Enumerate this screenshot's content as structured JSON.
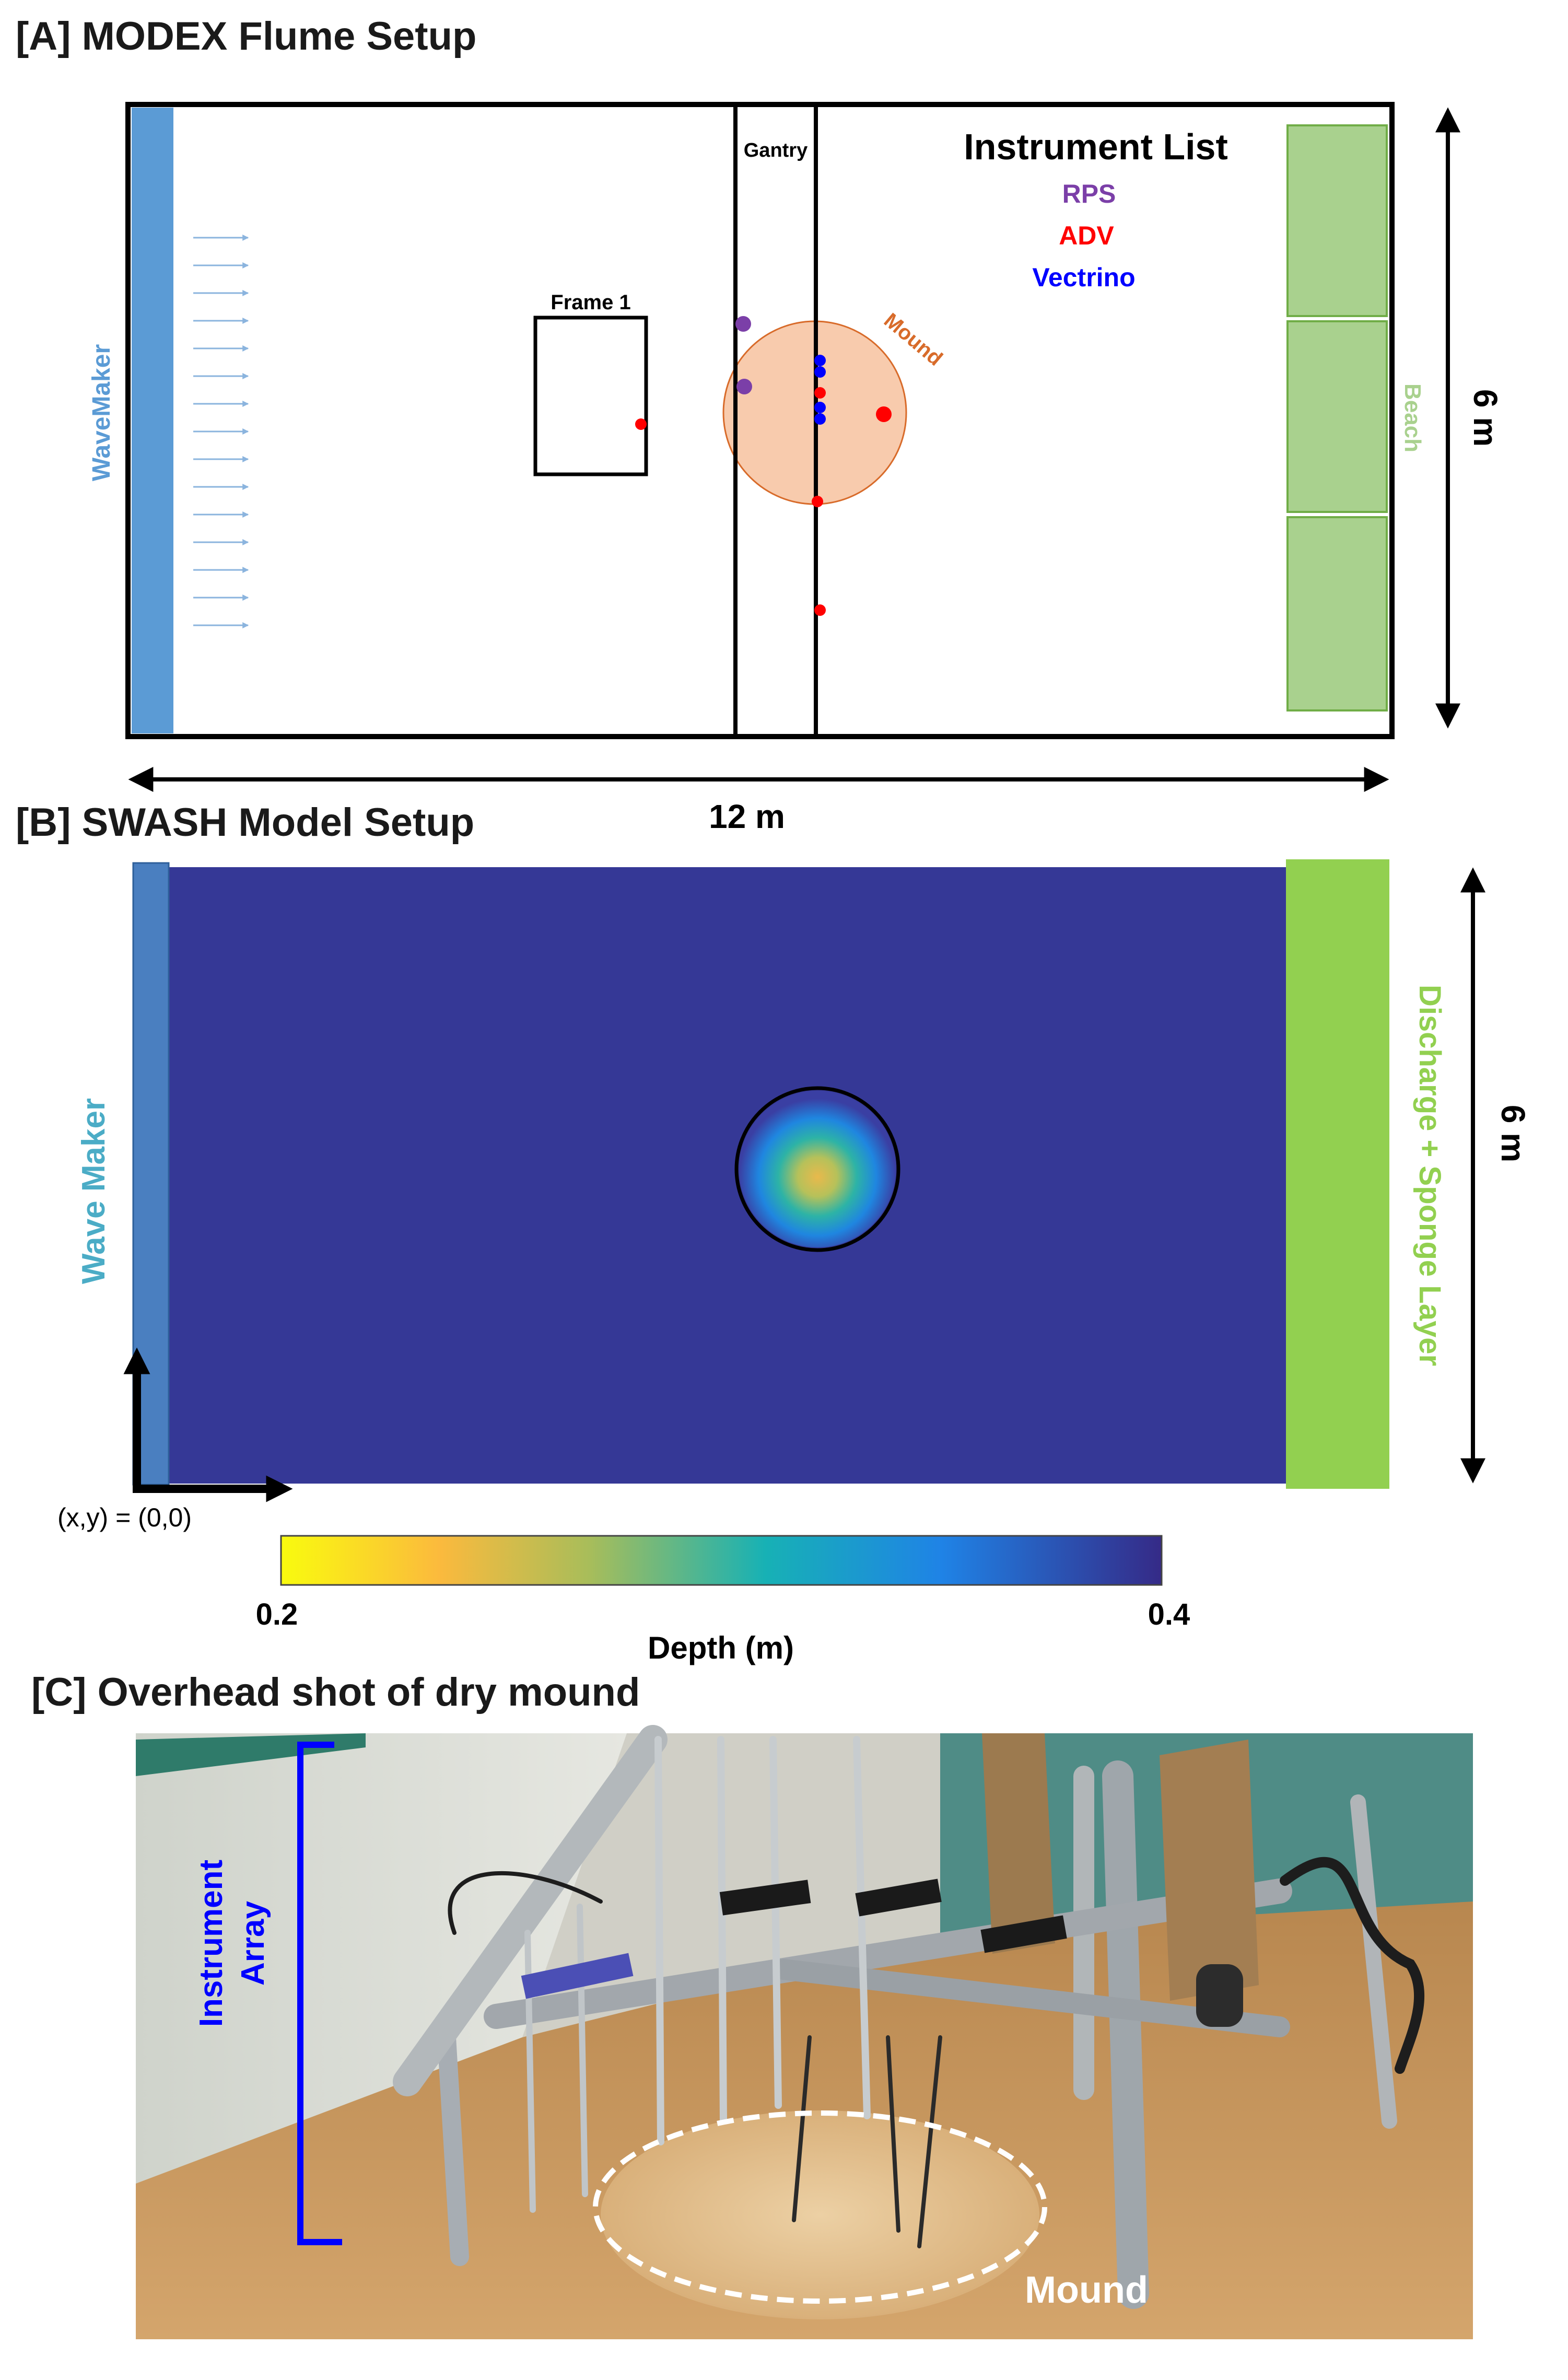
{
  "panel_a": {
    "title": "[A] MODEX Flume Setup",
    "wavemaker_label": "WaveMaker",
    "beach_label": "Beach",
    "gantry_label": "Gantry",
    "frame_label": "Frame 1",
    "mound_label": "Mound",
    "instrument_list_title": "Instrument List",
    "instruments": [
      {
        "name": "RPS",
        "color": "#7b3fa8"
      },
      {
        "name": "ADV",
        "color": "#ff0000"
      },
      {
        "name": "Vectrino",
        "color": "#0000ff"
      }
    ],
    "width_label": "12 m",
    "height_label": "6 m",
    "colors": {
      "wavemaker": "#5b9bd5",
      "beach": "#a9d18e",
      "mound": "#f8cbad",
      "mound_edge": "#d86b2a",
      "arrows": "#8bb4de"
    }
  },
  "panel_b": {
    "title": "[B] SWASH Model Setup",
    "wavemaker_label": "Wave Maker",
    "sponge_label": "Discharge + Sponge Layer",
    "origin_label": "(x,y) = (0,0)",
    "height_label": "6 m",
    "colorbar": {
      "label": "Depth (m)",
      "min_label": "0.2",
      "max_label": "0.4",
      "min": 0.2,
      "max": 0.4
    },
    "colors": {
      "domain": "#353896",
      "wavemaker": "#4a7fc0",
      "sponge": "#92d050",
      "wavemaker_text": "#4bacc6",
      "sponge_text": "#92d050"
    }
  },
  "panel_c": {
    "title": "[C] Overhead shot of dry mound",
    "array_label_line1": "Instrument",
    "array_label_line2": "Array",
    "mound_label": "Mound"
  }
}
